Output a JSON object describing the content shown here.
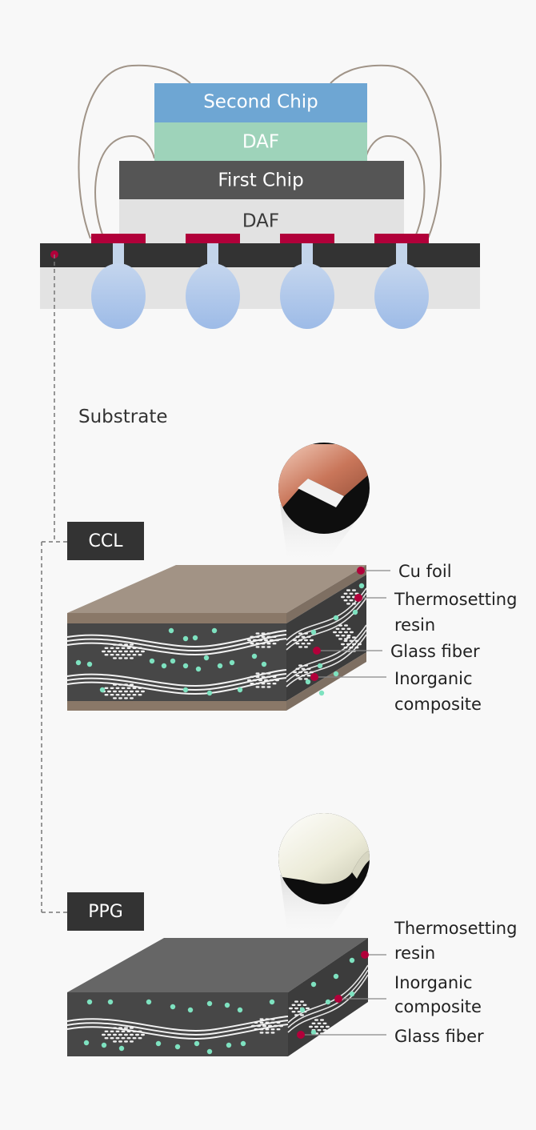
{
  "package": {
    "second_chip": "Second Chip",
    "daf_top": "DAF",
    "first_chip": "First Chip",
    "daf_bottom": "DAF"
  },
  "substrate_label": "Substrate",
  "ccl": {
    "tag": "CCL",
    "callouts": [
      "Cu foil",
      "Thermosetting",
      "resin",
      "Glass fiber",
      "Inorganic",
      "composite"
    ]
  },
  "ppg": {
    "tag": "PPG",
    "callouts": [
      "Thermosetting",
      "resin",
      "Inorganic",
      "composite",
      "Glass fiber"
    ]
  },
  "colors": {
    "second_chip": "#6ea6d3",
    "daf_top": "#9ed3ba",
    "first_chip": "#555555",
    "daf_bottom": "#e2e2e2",
    "pad": "#b1003a",
    "substrate": "#333333",
    "solder_ball": "#a9c3e6",
    "wire": "#a09488",
    "cu_top": "#a29385",
    "cu_side": "#7e6f62",
    "core": "#474747",
    "dot": "#7ee2c0",
    "tag_bg": "#333333"
  }
}
